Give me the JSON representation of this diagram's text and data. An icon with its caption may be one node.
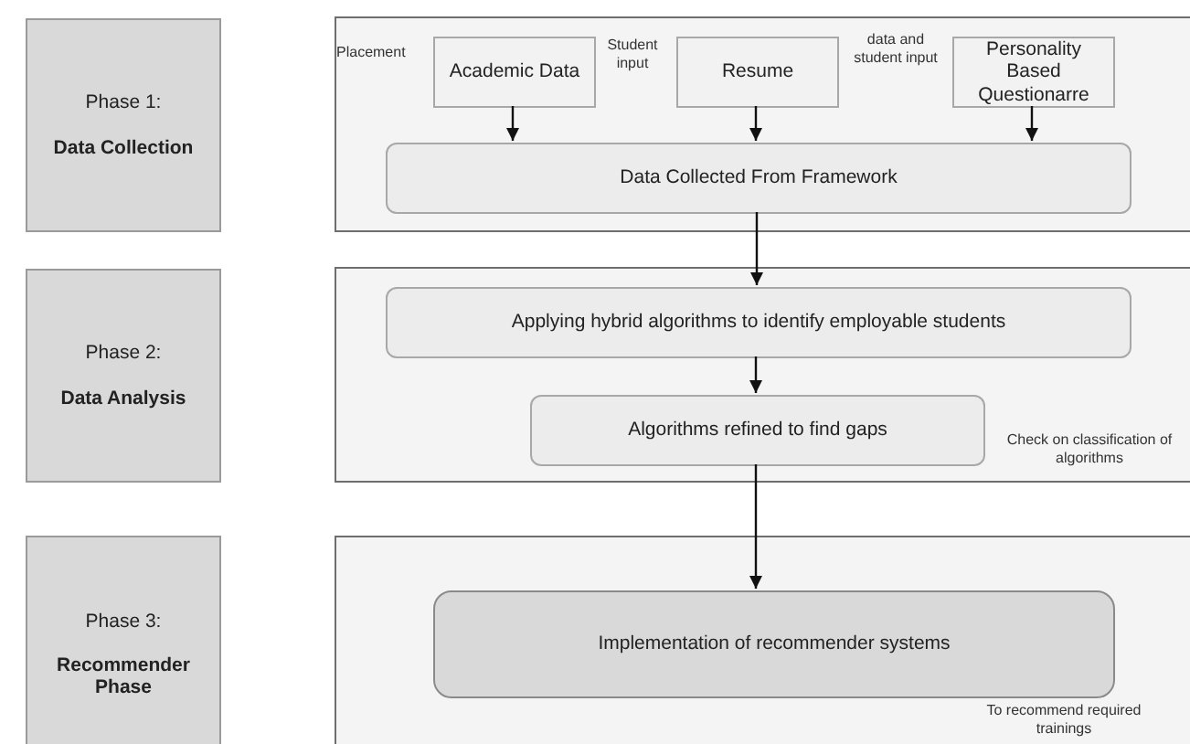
{
  "diagram": {
    "nodes": [
      {
        "text": [
          "Phase 1:",
          "Data Collection"
        ]
      },
      {
        "text": [],
        "shape": "box"
      },
      {
        "text": [
          "Academic Data"
        ],
        "in": 1
      },
      {
        "text": [
          "Resume"
        ],
        "in": 1
      },
      {
        "text": [
          "Personality Based Questionarre"
        ],
        "in": 1
      },
      {
        "text": [
          "Data Collected From Framework"
        ],
        "in": 1
      },
      {
        "text": [
          "Phase 2:",
          "Data Analysis"
        ]
      },
      {
        "text": [],
        "shape": "box"
      },
      {
        "text": [
          "Applying hybrid algorithms to identify employable students"
        ],
        "in": 7
      },
      {
        "text": [
          "Algorithms refined to find gaps"
        ],
        "in": 7
      },
      {
        "text": [
          "Phase 3:",
          "Recommender Phase"
        ]
      },
      {
        "text": [],
        "shape": "box"
      },
      {
        "text": [
          "Implementation of recommender systems"
        ],
        "in": 11
      }
    ],
    "edges": [
      {
        "from": 2,
        "to": 5,
        "arrow": "to"
      },
      {
        "from": 3,
        "to": 5,
        "arrow": "to"
      },
      {
        "from": 4,
        "to": 5,
        "arrow": "to"
      },
      {
        "from": 5,
        "to": 8,
        "arrow": "to"
      },
      {
        "from": 8,
        "to": 9,
        "arrow": "to"
      },
      {
        "from": 9,
        "to": 12,
        "arrow": "to"
      }
    ],
    "labels": [
      "Placement",
      "Student input",
      "data and student input",
      "Check on classification of algorithms",
      "To recommend required trainings"
    ]
  }
}
